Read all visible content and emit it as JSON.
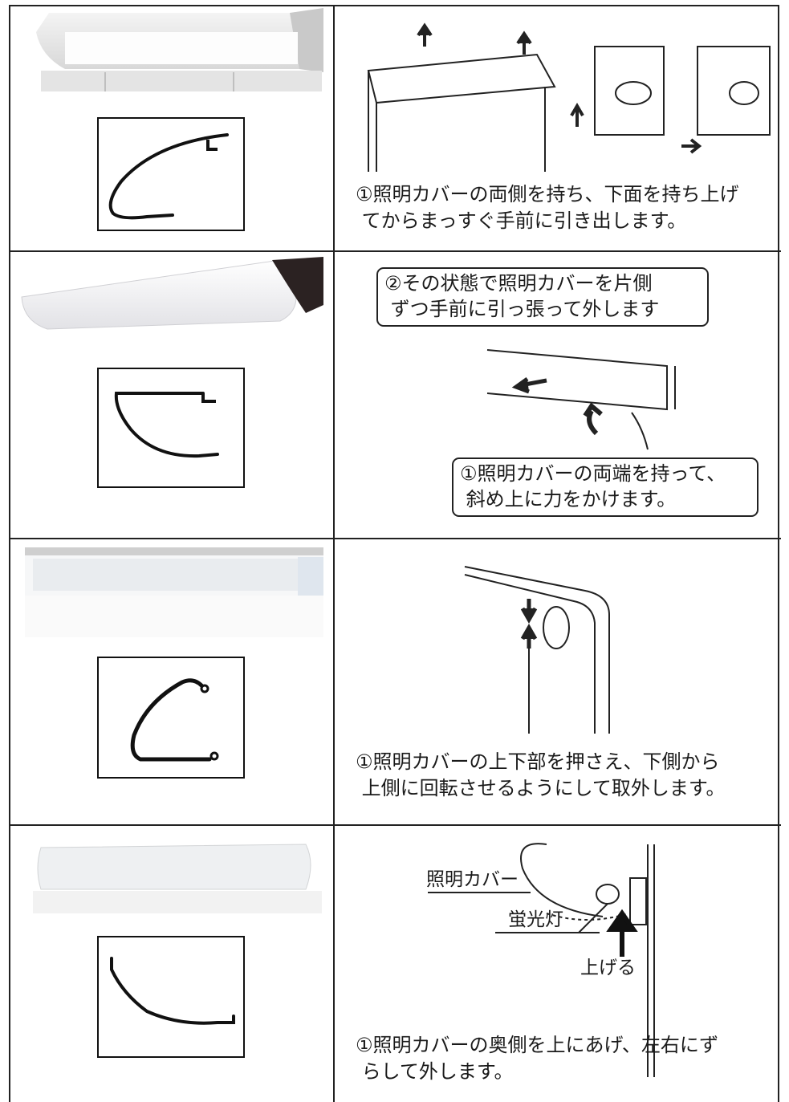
{
  "rows": [
    {
      "caption": "①照明カバーの両側を持ち、下面を持ち上げ\n てからまっすぐ手前に引き出します。"
    },
    {
      "callout_top": "②その状態で照明カバーを片側\n ずつ手前に引っ張って外します",
      "callout_bottom": "①照明カバーの両端を持って、\n 斜め上に力をかけます。"
    },
    {
      "caption": "①照明カバーの上下部を押さえ、下側から\n 上側に回転させるようにして取外します。"
    },
    {
      "label_cover": "照明カバー",
      "label_lamp": "蛍光灯",
      "label_raise": "上げる",
      "caption": "①照明カバーの奥側を上にあげ、左右にず\n らして外します。"
    }
  ]
}
